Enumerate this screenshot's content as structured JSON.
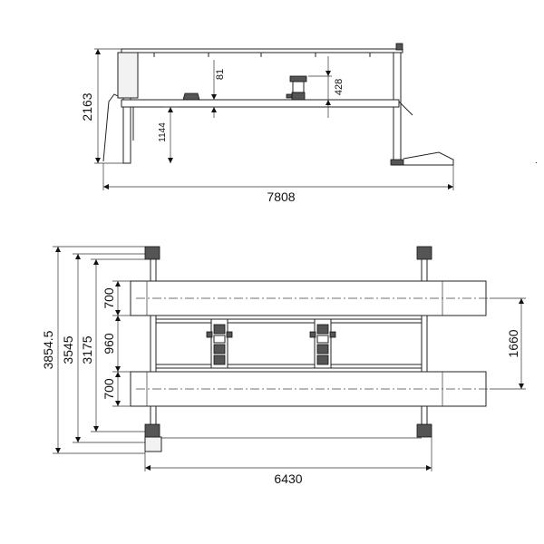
{
  "side_view": {
    "overall_length": "7808",
    "total_height": "2163",
    "platform_height": "1144",
    "upper_offset": "81",
    "jack_height": "428"
  },
  "top_view": {
    "overall_width": "6430",
    "dim_3854": "3854.5",
    "dim_3545": "3545",
    "dim_3175": "3175",
    "runway_width_top": "700",
    "gap_between_runways": "960",
    "runway_width_bottom": "700",
    "runway_span": "1660"
  }
}
